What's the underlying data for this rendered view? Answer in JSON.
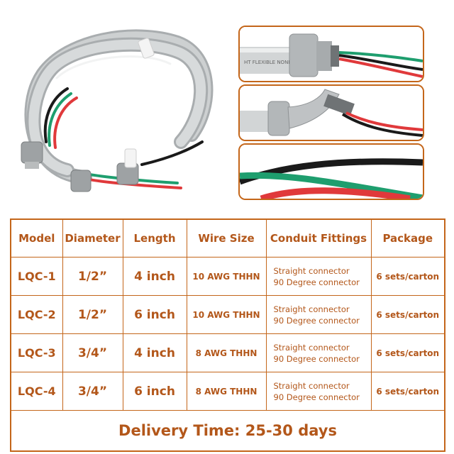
{
  "table": {
    "headers": [
      "Model",
      "Diameter",
      "Length",
      "Wire Size",
      "Conduit Fittings",
      "Package"
    ],
    "rows": [
      {
        "model": "LQC-1",
        "diameter": "1/2”",
        "length": "4 inch",
        "wire": "10 AWG THHN",
        "fit1": "Straight connector",
        "fit2": "90 Degree connector",
        "package": "6 sets/carton"
      },
      {
        "model": "LQC-2",
        "diameter": "1/2”",
        "length": "6 inch",
        "wire": "10 AWG THHN",
        "fit1": "Straight connector",
        "fit2": "90 Degree connector",
        "package": "6 sets/carton"
      },
      {
        "model": "LQC-3",
        "diameter": "3/4”",
        "length": "4 inch",
        "wire": "8 AWG THHN",
        "fit1": "Straight connector",
        "fit2": "90 Degree connector",
        "package": "6 sets/carton"
      },
      {
        "model": "LQC-4",
        "diameter": "3/4”",
        "length": "6 inch",
        "wire": "8 AWG THHN",
        "fit1": "Straight connector",
        "fit2": "90 Degree connector",
        "package": "6 sets/carton"
      }
    ],
    "delivery": "Delivery Time: 25-30 days"
  },
  "detail_1": {
    "conduit_print": "HT FLEXIBLE NONME"
  },
  "colors": {
    "accent": "#c4661a",
    "text": "#b3571a",
    "conduit": "#c9cbcc",
    "wire_red": "#e0393b",
    "wire_green": "#1e9e6e",
    "wire_black": "#1a1a1a"
  }
}
